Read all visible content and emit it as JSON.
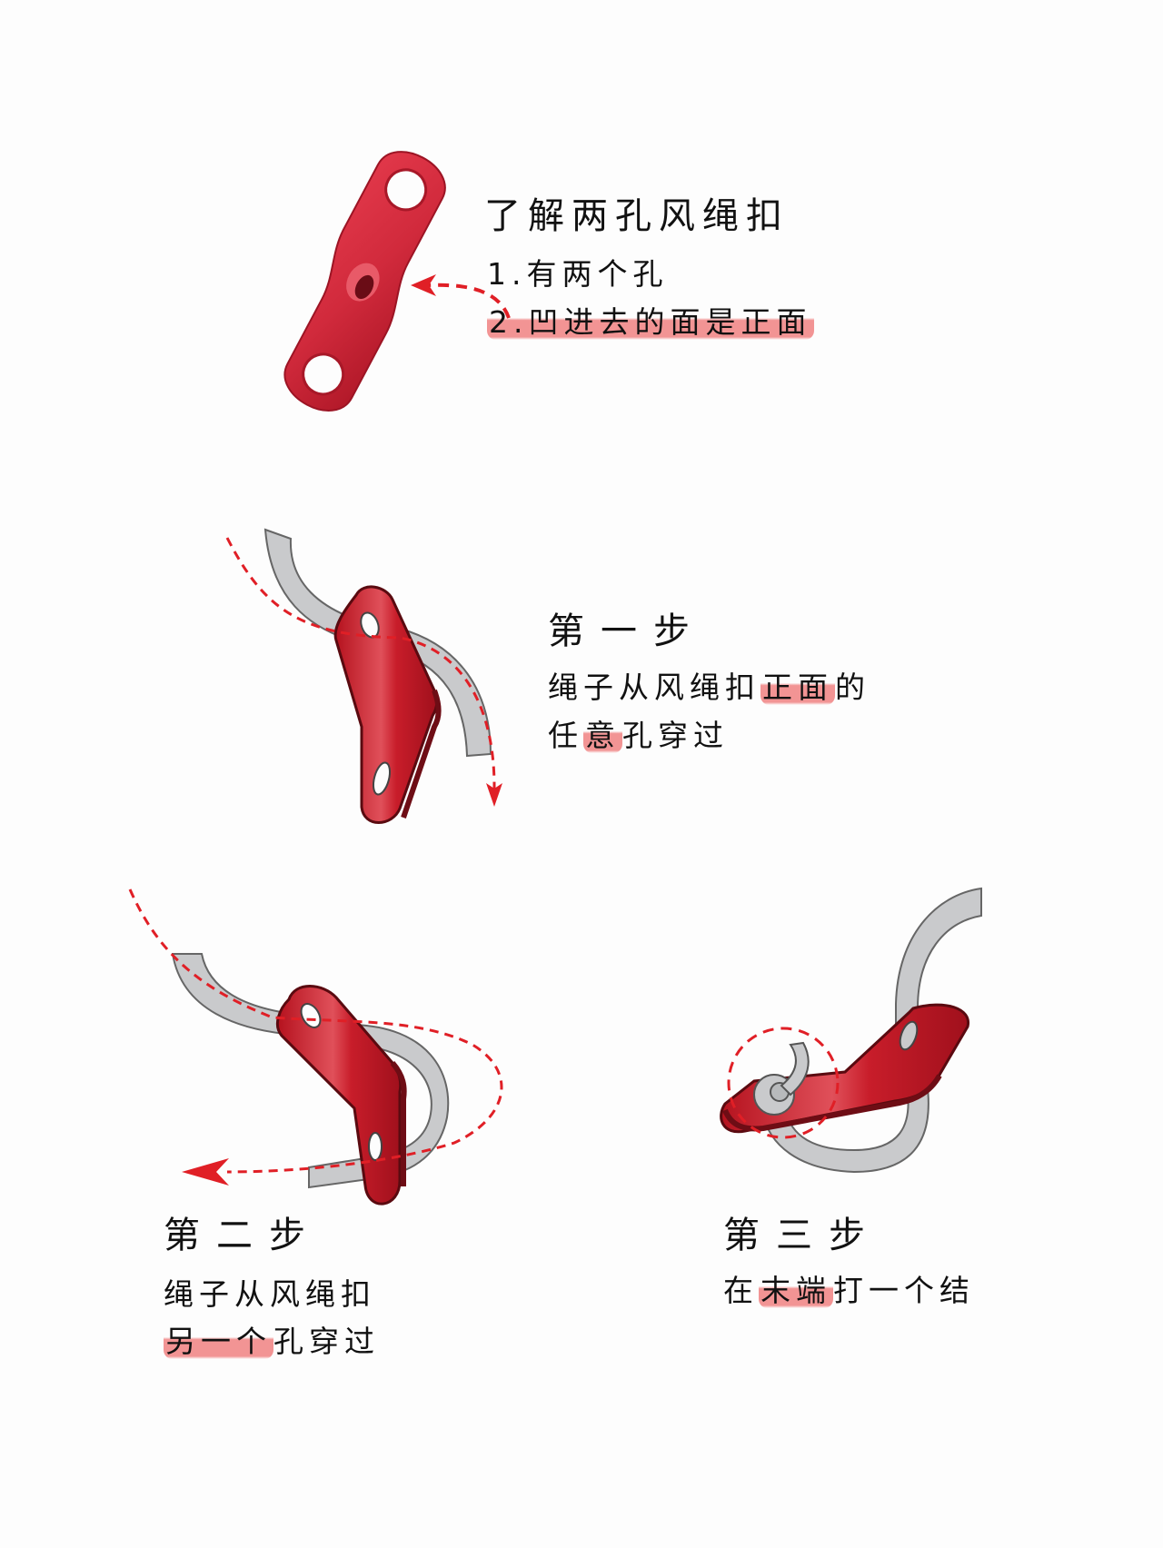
{
  "colors": {
    "background": "#fdfdfd",
    "plate_red": "#c8202e",
    "plate_dark": "#7a1018",
    "rope_gray": "#c9cacc",
    "rope_outline": "#6a6a6a",
    "arrow_red": "#e01f26",
    "highlight": "#f08a8a",
    "text": "#111111"
  },
  "intro": {
    "title": "了解两孔风绳扣",
    "point1": "1.有两个孔",
    "point2_prefix": "2.",
    "point2_text": "凹进去的面是正面"
  },
  "step1": {
    "title": "第一步",
    "line1_a": "绳子从风绳扣",
    "line1_highlight": "正面",
    "line1_b": "的",
    "line2_a": "任",
    "line2_highlight": "意",
    "line2_b": "孔穿过"
  },
  "step2": {
    "title": "第二步",
    "line1": "绳子从风绳扣",
    "line2_highlight": "另一个",
    "line2_b": "孔穿过"
  },
  "step3": {
    "title": "第三步",
    "line1_a": "在",
    "line1_highlight": "末端",
    "line1_b": "打一个结"
  }
}
